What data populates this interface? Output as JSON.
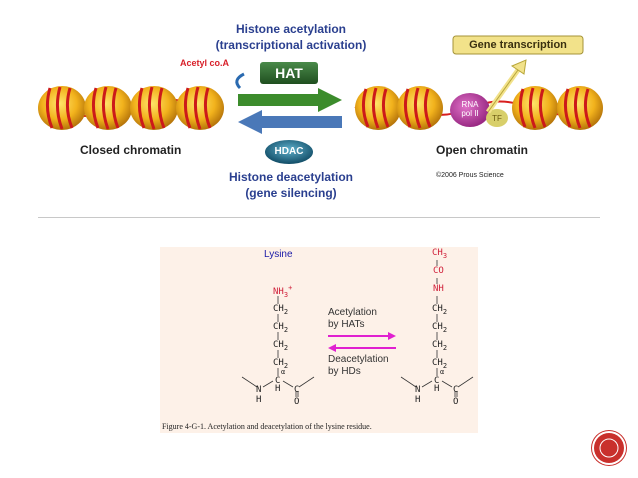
{
  "top_diagram": {
    "acetylation_title": "Histone acetylation",
    "acetylation_subtitle": "(transcriptional activation)",
    "acetyl_coa": "Acetyl co.A",
    "hat": "HAT",
    "hdac": "HDAC",
    "closed_label": "Closed chromatin",
    "open_label": "Open chromatin",
    "deacetylation_title": "Histone deacetylation",
    "deacetylation_subtitle": "(gene silencing)",
    "gene_transcription": "Gene transcription",
    "rna_pol": "RNA\npol II",
    "tf": "TF",
    "copyright": "©2006 Prous Science"
  },
  "lysine_panel": {
    "title": "Lysine",
    "acetylation_line1": "Acetylation",
    "acetylation_line2": "by HATs",
    "deacetylation_line1": "Deacetylation",
    "deacetylation_line2": "by HDs",
    "caption": "Figure 4-G-1.  Acetylation and deacetylation of the lysine residue.",
    "left_chain": [
      "NH3+",
      "CH2",
      "CH2",
      "CH2",
      "CH2",
      "C",
      "N",
      "H",
      "H",
      "C",
      "O"
    ],
    "right_chain": [
      "CH3",
      "CO",
      "NH",
      "CH2",
      "CH2",
      "CH2",
      "CH2",
      "C",
      "N",
      "H",
      "H",
      "C",
      "O"
    ],
    "alpha": "α"
  },
  "colors": {
    "title_blue": "#2a3f8f",
    "acetyl_red": "#d8202a",
    "hat_green": "#2f6b2f",
    "hdac_teal": "#1f6f8b",
    "arrow_green": "#3c8c2c",
    "arrow_blue": "#4a78b8",
    "magenta": "#e020d0",
    "gene_box": "#f2e28a",
    "panel_bg": "#fdf1e8"
  }
}
